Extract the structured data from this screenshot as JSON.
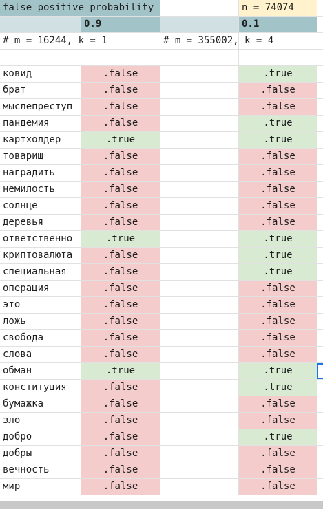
{
  "header": {
    "title": "false positive probability",
    "n_label": "n = 74074",
    "prob_left": "0.9",
    "prob_right": "0.1",
    "params_left": "# m = 16244, k = 1",
    "params_right": "# m = 355002, k = 4"
  },
  "colors": {
    "header_teal": "#a2c4c9",
    "header_light_teal": "#d0e0e3",
    "header_cream": "#fff2cc",
    "false_bg": "#f4cccc",
    "true_bg": "#d9ead3",
    "selection": "#1a73e8"
  },
  "rows": [
    {
      "word": "ковид",
      "left": ".false",
      "right": ".true"
    },
    {
      "word": "брат",
      "left": ".false",
      "right": ".false"
    },
    {
      "word": "мыслепреступ",
      "left": ".false",
      "right": ".false"
    },
    {
      "word": "пандемия",
      "left": ".false",
      "right": ".true"
    },
    {
      "word": "картхолдер",
      "left": ".true",
      "right": ".true"
    },
    {
      "word": "товарищ",
      "left": ".false",
      "right": ".false"
    },
    {
      "word": "наградить",
      "left": ".false",
      "right": ".false"
    },
    {
      "word": "немилость",
      "left": ".false",
      "right": ".false"
    },
    {
      "word": "солнце",
      "left": ".false",
      "right": ".false"
    },
    {
      "word": "деревья",
      "left": ".false",
      "right": ".false"
    },
    {
      "word": "ответственно",
      "left": ".true",
      "right": ".true"
    },
    {
      "word": "криптовалюта",
      "left": ".false",
      "right": ".true"
    },
    {
      "word": "специальная",
      "left": ".false",
      "right": ".true"
    },
    {
      "word": "операция",
      "left": ".false",
      "right": ".false"
    },
    {
      "word": "это",
      "left": ".false",
      "right": ".false"
    },
    {
      "word": "ложь",
      "left": ".false",
      "right": ".false"
    },
    {
      "word": "свобода",
      "left": ".false",
      "right": ".false"
    },
    {
      "word": "слова",
      "left": ".false",
      "right": ".false"
    },
    {
      "word": "обман",
      "left": ".true",
      "right": ".true"
    },
    {
      "word": "конституция",
      "left": ".false",
      "right": ".true"
    },
    {
      "word": "бумажка",
      "left": ".false",
      "right": ".false"
    },
    {
      "word": "зло",
      "left": ".false",
      "right": ".false"
    },
    {
      "word": "добро",
      "left": ".false",
      "right": ".true"
    },
    {
      "word": "добры",
      "left": ".false",
      "right": ".false"
    },
    {
      "word": "вечность",
      "left": ".false",
      "right": ".false"
    },
    {
      "word": "мир",
      "left": ".false",
      "right": ".false"
    }
  ]
}
